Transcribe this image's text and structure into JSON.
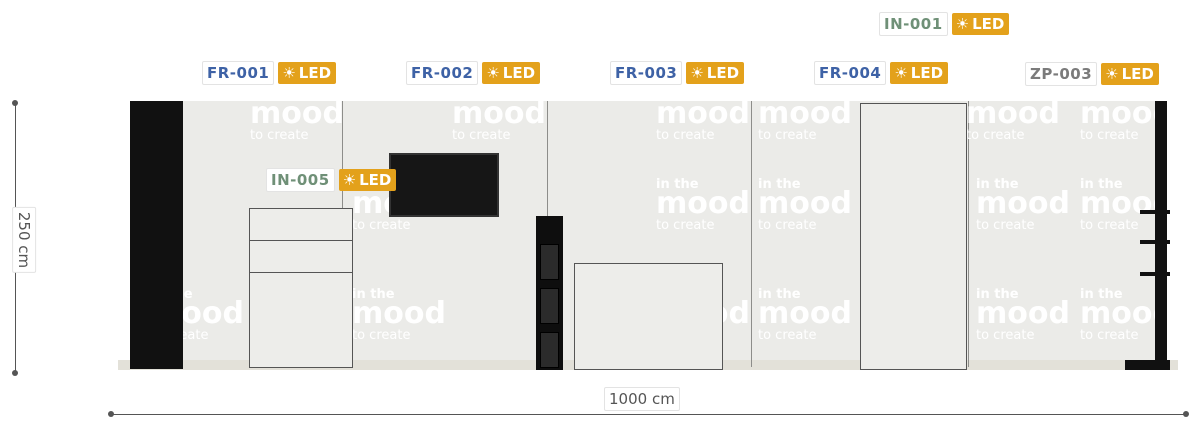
{
  "labels": [
    {
      "code": "IN-001",
      "led": "LED",
      "color": "green"
    },
    {
      "code": "FR-001",
      "led": "LED",
      "color": "blue"
    },
    {
      "code": "FR-002",
      "led": "LED",
      "color": "blue"
    },
    {
      "code": "FR-003",
      "led": "LED",
      "color": "blue"
    },
    {
      "code": "FR-004",
      "led": "LED",
      "color": "blue"
    },
    {
      "code": "ZP-003",
      "led": "LED",
      "color": "grey"
    },
    {
      "code": "IN-005",
      "led": "LED",
      "color": "green"
    }
  ],
  "watermark": {
    "line1": "in the",
    "line2": "mood",
    "line3": "to create"
  },
  "dimensions": {
    "height": "250 cm",
    "width": "1000 cm"
  },
  "colors": {
    "led_badge": "#e3a11b",
    "blue_code": "#3e62a6",
    "green_code": "#6f9077",
    "grey_code": "#7b7b7b"
  },
  "icons": {
    "led": "sun-icon"
  }
}
